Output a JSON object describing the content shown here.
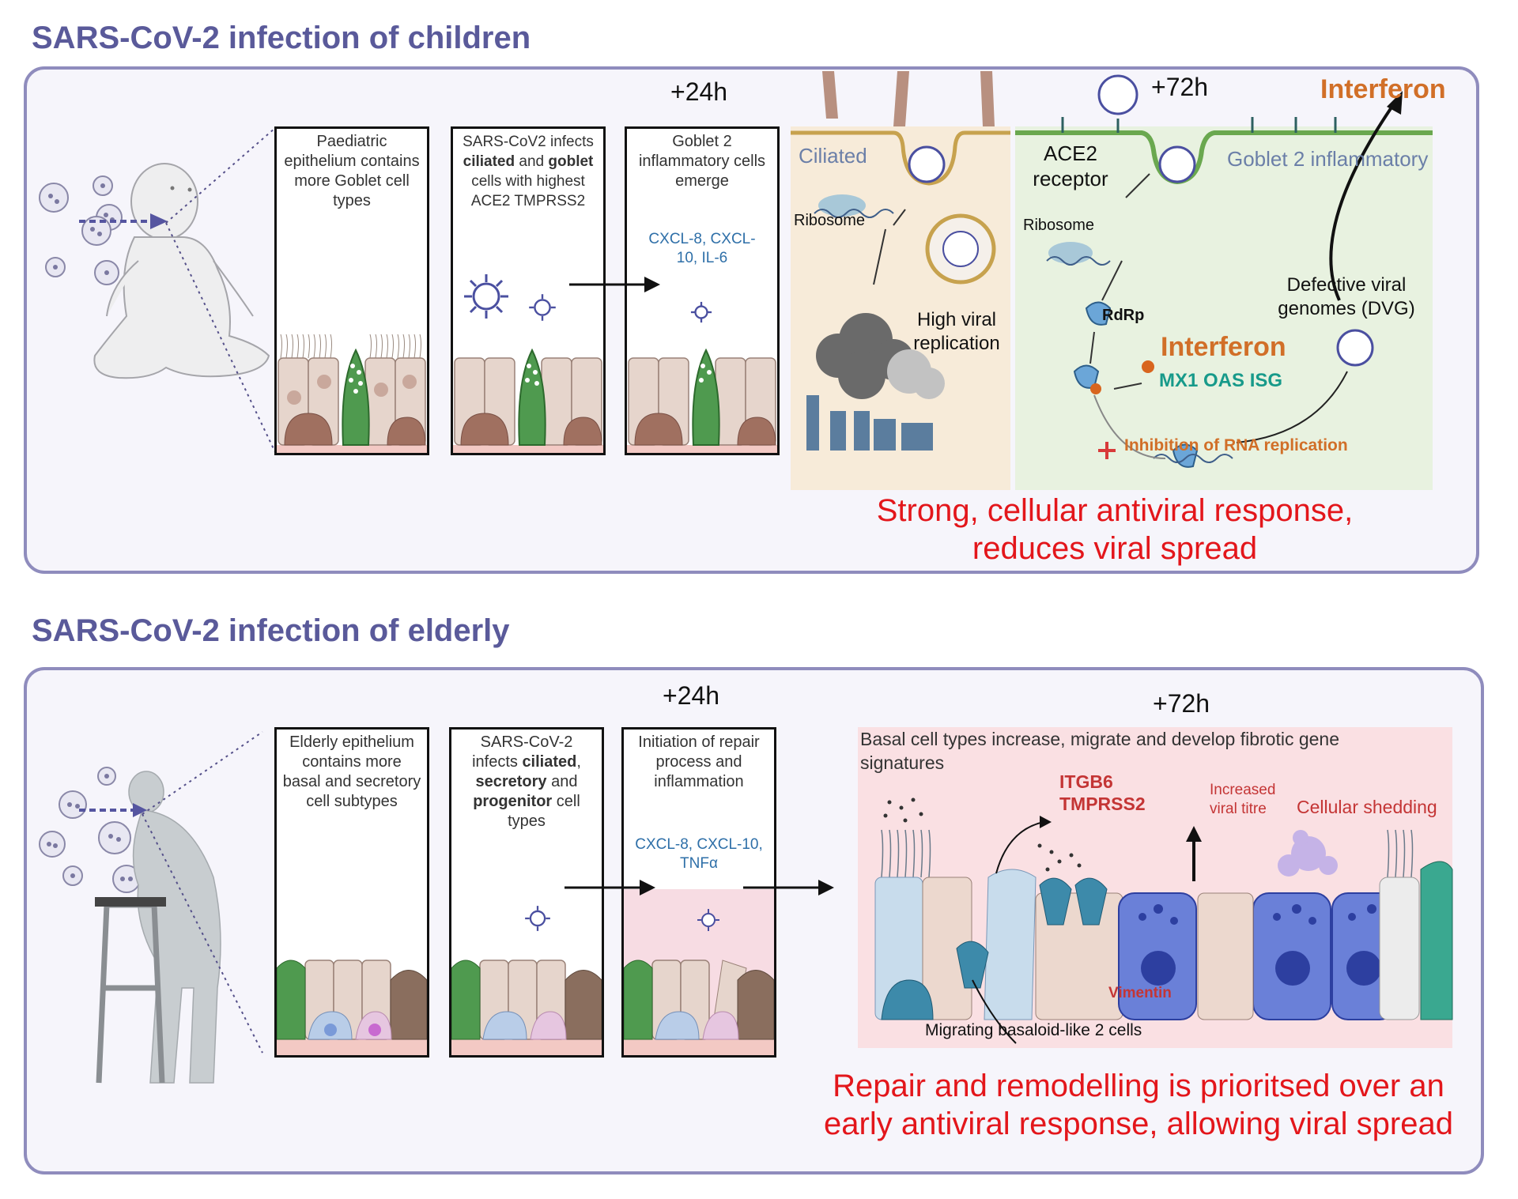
{
  "children": {
    "title": "SARS-CoV-2 infection of children",
    "time_24": "+24h",
    "time_72": "+72h",
    "box1": "Paediatric epithelium contains more Goblet cell types",
    "box2": {
      "p1": "SARS-CoV2 infects ",
      "b1": "ciliated",
      "p2": " and ",
      "b2": "goblet",
      "p3": " cells with highest ACE2 TMPRSS2"
    },
    "box3": "Goblet 2 inflammatory cells emerge",
    "cytokines": "CXCL-8, CXCL-10, IL-6",
    "ciliated_label": "Ciliated",
    "ribosome_1": "Ribosome",
    "high_viral": "High viral replication",
    "ace2_receptor": "ACE2 receptor",
    "goblet_label": "Goblet 2 inflammatory",
    "ribosome_2": "Ribosome",
    "rdrp": "RdRp",
    "interferon_top": "Interferon",
    "interferon_mid": "Interferon",
    "isg": "MX1 OAS ISG",
    "defective": "Defective viral genomes (DVG)",
    "inhibition": "Inhibition of RNA replication",
    "conclusion_1": "Strong, cellular antiviral response,",
    "conclusion_2": "reduces viral spread"
  },
  "elderly": {
    "title": "SARS-CoV-2 infection of elderly",
    "time_24": "+24h",
    "time_72": "+72h",
    "box1": "Elderly epithelium contains more basal and secretory cell subtypes",
    "box2": {
      "p1": "SARS-CoV-2 infects ",
      "b1": "ciliated",
      "p2": ", ",
      "b2": "secretory",
      "p3": " and ",
      "b3": "progenitor",
      "p4": " cell types"
    },
    "box3": "Initiation of repair process and inflammation",
    "cytokines": "CXCL-8, CXCL-10, TNFα",
    "basal_text": "Basal cell types increase, migrate and develop fibrotic gene signatures",
    "itgb6": "ITGB6",
    "tmprss2": "TMPRSS2",
    "increased_1": "Increased",
    "increased_2": "viral titre",
    "shedding": "Cellular shedding",
    "vimentin": "Vimentin",
    "migrating": "Migrating basaloid-like 2 cells",
    "conclusion_1": "Repair and remodelling is prioritsed over an",
    "conclusion_2": "early antiviral response, allowing viral spread"
  },
  "colors": {
    "title": "#5a5a9a",
    "panel_border": "#8f8cbd",
    "red": "#e3161b",
    "orange": "#d16f28",
    "teal": "#179a8a",
    "cytokine_blue": "#2e6fa8"
  }
}
